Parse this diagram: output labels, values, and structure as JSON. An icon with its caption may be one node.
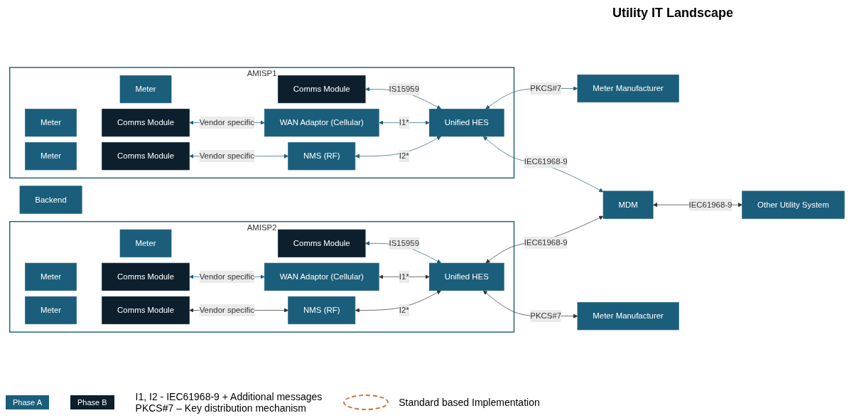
{
  "diagram": {
    "title": "Utility IT Landscape",
    "nodes": [
      {
        "text": [
          "AMISP1"
        ]
      },
      {
        "text": [
          "Meter"
        ],
        "in": 0
      },
      {
        "text": [
          "Comms Module"
        ],
        "in": 0
      },
      {
        "text": [
          "Meter"
        ],
        "in": 0
      },
      {
        "text": [
          "Comms Module"
        ],
        "in": 0
      },
      {
        "text": [
          "Meter"
        ],
        "in": 0
      },
      {
        "text": [
          "Comms Module"
        ],
        "in": 0
      },
      {
        "text": [
          "Backend"
        ]
      },
      {
        "text": [
          "WAN Adaptor (Cellular)"
        ],
        "in": 0
      },
      {
        "text": [
          "NMS (RF)"
        ],
        "in": 0
      },
      {
        "text": [
          "Unified HES"
        ],
        "in": 0
      },
      {
        "text": [
          "AMISP2"
        ]
      },
      {
        "text": [
          "Meter"
        ],
        "in": 11
      },
      {
        "text": [
          "Comms Module"
        ],
        "in": 11
      },
      {
        "text": [
          "Meter"
        ],
        "in": 11
      },
      {
        "text": [
          "Comms Module"
        ],
        "in": 11
      },
      {
        "text": [
          "Meter"
        ],
        "in": 11
      },
      {
        "text": [
          "Comms Module"
        ],
        "in": 11
      },
      {
        "text": [
          "WAN Adaptor (Cellular)"
        ],
        "in": 11
      },
      {
        "text": [
          "NMS (RF)"
        ],
        "in": 11
      },
      {
        "text": [
          "Unified HES"
        ],
        "in": 11
      },
      {
        "text": [
          "Meter Manufacturer"
        ]
      },
      {
        "text": [
          "MDM"
        ]
      },
      {
        "text": [
          "Meter Manufacturer"
        ]
      },
      {
        "text": [
          "Other Utility System"
        ]
      }
    ],
    "edges": [
      {
        "from": 2,
        "to": 10,
        "arrow": "both",
        "label": "IS15959"
      },
      {
        "from": 4,
        "to": 8,
        "arrow": "both",
        "label": "Vendor specific"
      },
      {
        "from": 6,
        "to": 9,
        "arrow": "both",
        "label": "Vendor specific"
      },
      {
        "from": 8,
        "to": 10,
        "arrow": "both",
        "label": "I1*"
      },
      {
        "from": 9,
        "to": 10,
        "arrow": "both",
        "label": "I2*"
      },
      {
        "from": 10,
        "to": 21,
        "arrow": "both",
        "label": "PKCS#7"
      },
      {
        "from": 10,
        "to": 22,
        "arrow": "both",
        "label": "IEC61968-9"
      },
      {
        "from": 13,
        "to": 20,
        "arrow": "both",
        "label": "IS15959"
      },
      {
        "from": 15,
        "to": 18,
        "arrow": "both",
        "label": "Vendor specific"
      },
      {
        "from": 17,
        "to": 19,
        "arrow": "both",
        "label": "Vendor specific"
      },
      {
        "from": 18,
        "to": 20,
        "arrow": "both",
        "label": "I1*"
      },
      {
        "from": 19,
        "to": 20,
        "arrow": "both",
        "label": "I2*"
      },
      {
        "from": 20,
        "to": 22,
        "arrow": "both",
        "label": "IEC61968-9"
      },
      {
        "from": 20,
        "to": 23,
        "arrow": "both",
        "label": "PKCS#7"
      },
      {
        "from": 22,
        "to": 24,
        "arrow": "both",
        "label": "IEC61968-9"
      }
    ],
    "labels": [
      "I1, I2 - IEC61968-9 + Additional messages",
      "PKCS#7 – Key distribution mechanism"
    ],
    "legend": [
      {
        "text": "Phase A",
        "color": "#1b5e7b"
      },
      {
        "text": "Phase B",
        "color": "#0d1f2d"
      },
      {
        "text": "Standard based Implementation"
      }
    ]
  }
}
